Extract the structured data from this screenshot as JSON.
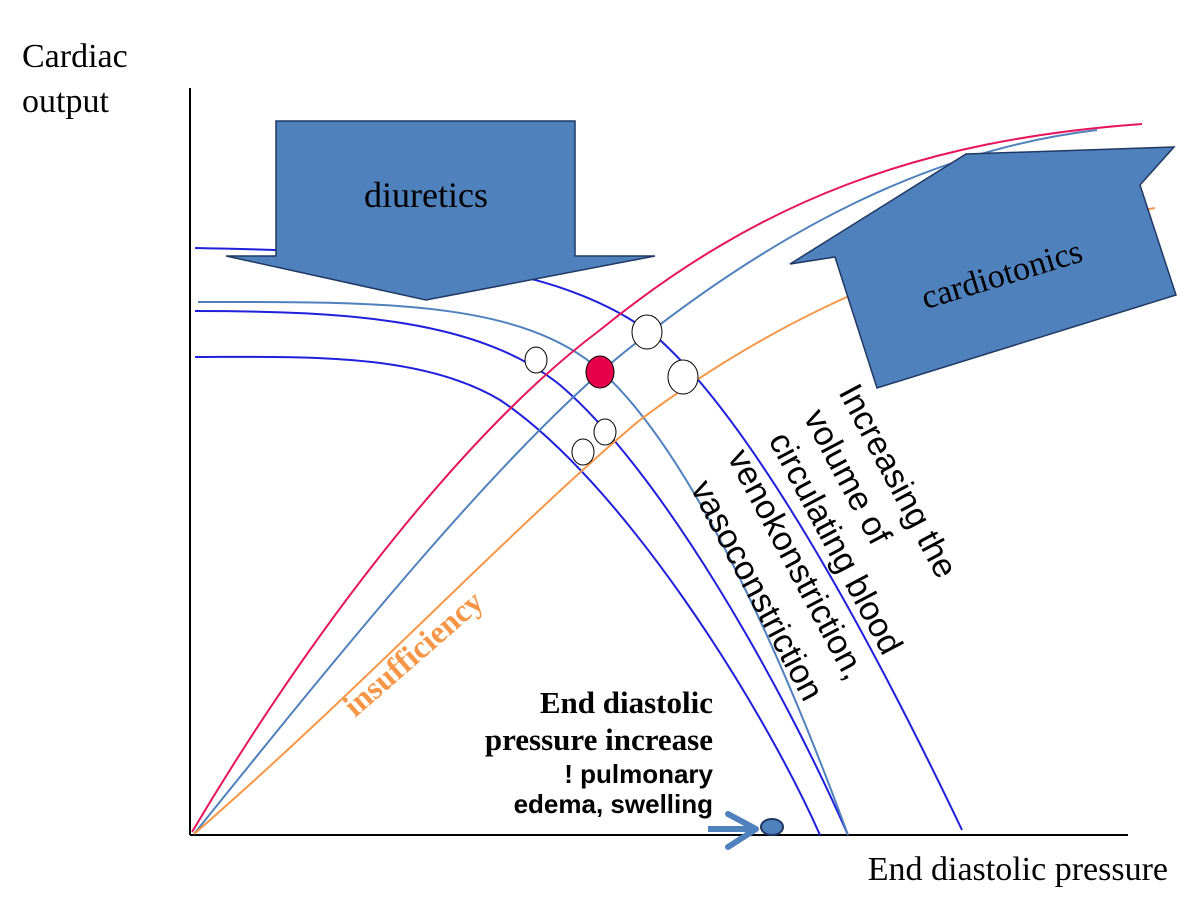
{
  "axes": {
    "y_label_line1": "Cardiac",
    "y_label_line2": "output",
    "x_label": "End diastolic pressure"
  },
  "arrows": {
    "diuretics": "diuretics",
    "cardiotonics": "cardiotonics"
  },
  "curves": {
    "insufficiency": "insufficiency"
  },
  "labels": {
    "increasing_line1": "Increasing the",
    "increasing_line2": "volume of",
    "increasing_line3": "circulating blood",
    "venokonstriction": "venokonstriction,",
    "vasoconstriction": "vasoconstriction"
  },
  "note": {
    "line1": "End diastolic",
    "line2": "pressure increase",
    "line3": "! pulmonary",
    "line4": "edema, swelling"
  },
  "colors": {
    "axis": "#000000",
    "normal_curve": "#e6145a",
    "mid_curve": "#4f81bd",
    "insufficiency_curve": "#f79646",
    "venous_curve": "#1f1fdc",
    "arrow_fill": "#4f81bd",
    "arrow_stroke": "#1f3864",
    "equilibrium_point": "#e6004c"
  }
}
